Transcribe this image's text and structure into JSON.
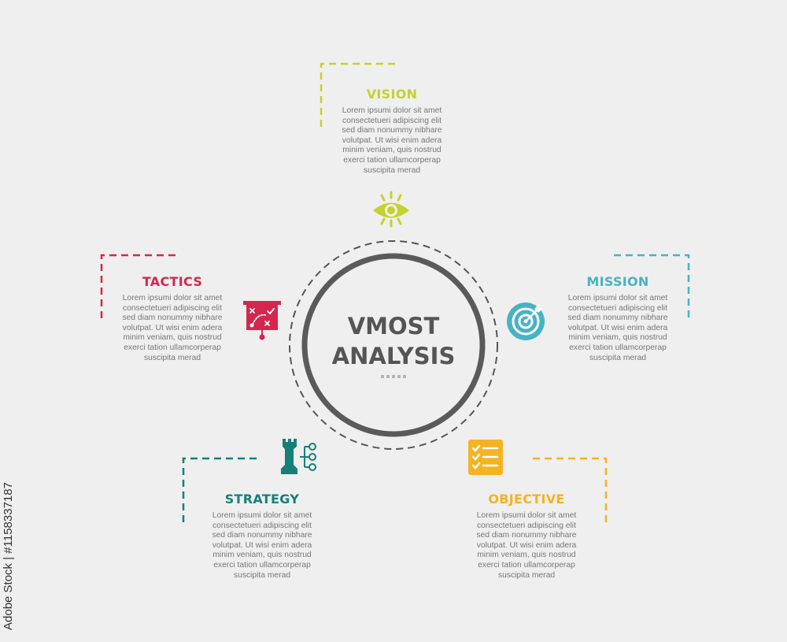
{
  "center": {
    "line1": "VMOST",
    "line2": "ANALYSIS"
  },
  "sections": {
    "vision": {
      "title": "VISION",
      "color": "#c5d12f",
      "icon": "eye-icon"
    },
    "mission": {
      "title": "MISSION",
      "color": "#47b3c4",
      "icon": "target-icon"
    },
    "objective": {
      "title": "OBJECTIVE",
      "color": "#f4b322",
      "icon": "checklist-icon"
    },
    "strategy": {
      "title": "STRATEGY",
      "color": "#15807a",
      "icon": "chess-rook-icon"
    },
    "tactics": {
      "title": "TACTICS",
      "color": "#d5264e",
      "icon": "tactics-board-icon"
    }
  },
  "body_lines": [
    "Lorem ipsumi dolor sit amet",
    "consectetueri adipiscing elit",
    "sed diam nonummy nibhare",
    "volutpat. Ut wisi enim adera",
    "minim veniam, quis nostrud",
    "exerci tation ullamcorperap",
    "suscipita merad"
  ],
  "watermark": "Adobe Stock | #1158337187"
}
